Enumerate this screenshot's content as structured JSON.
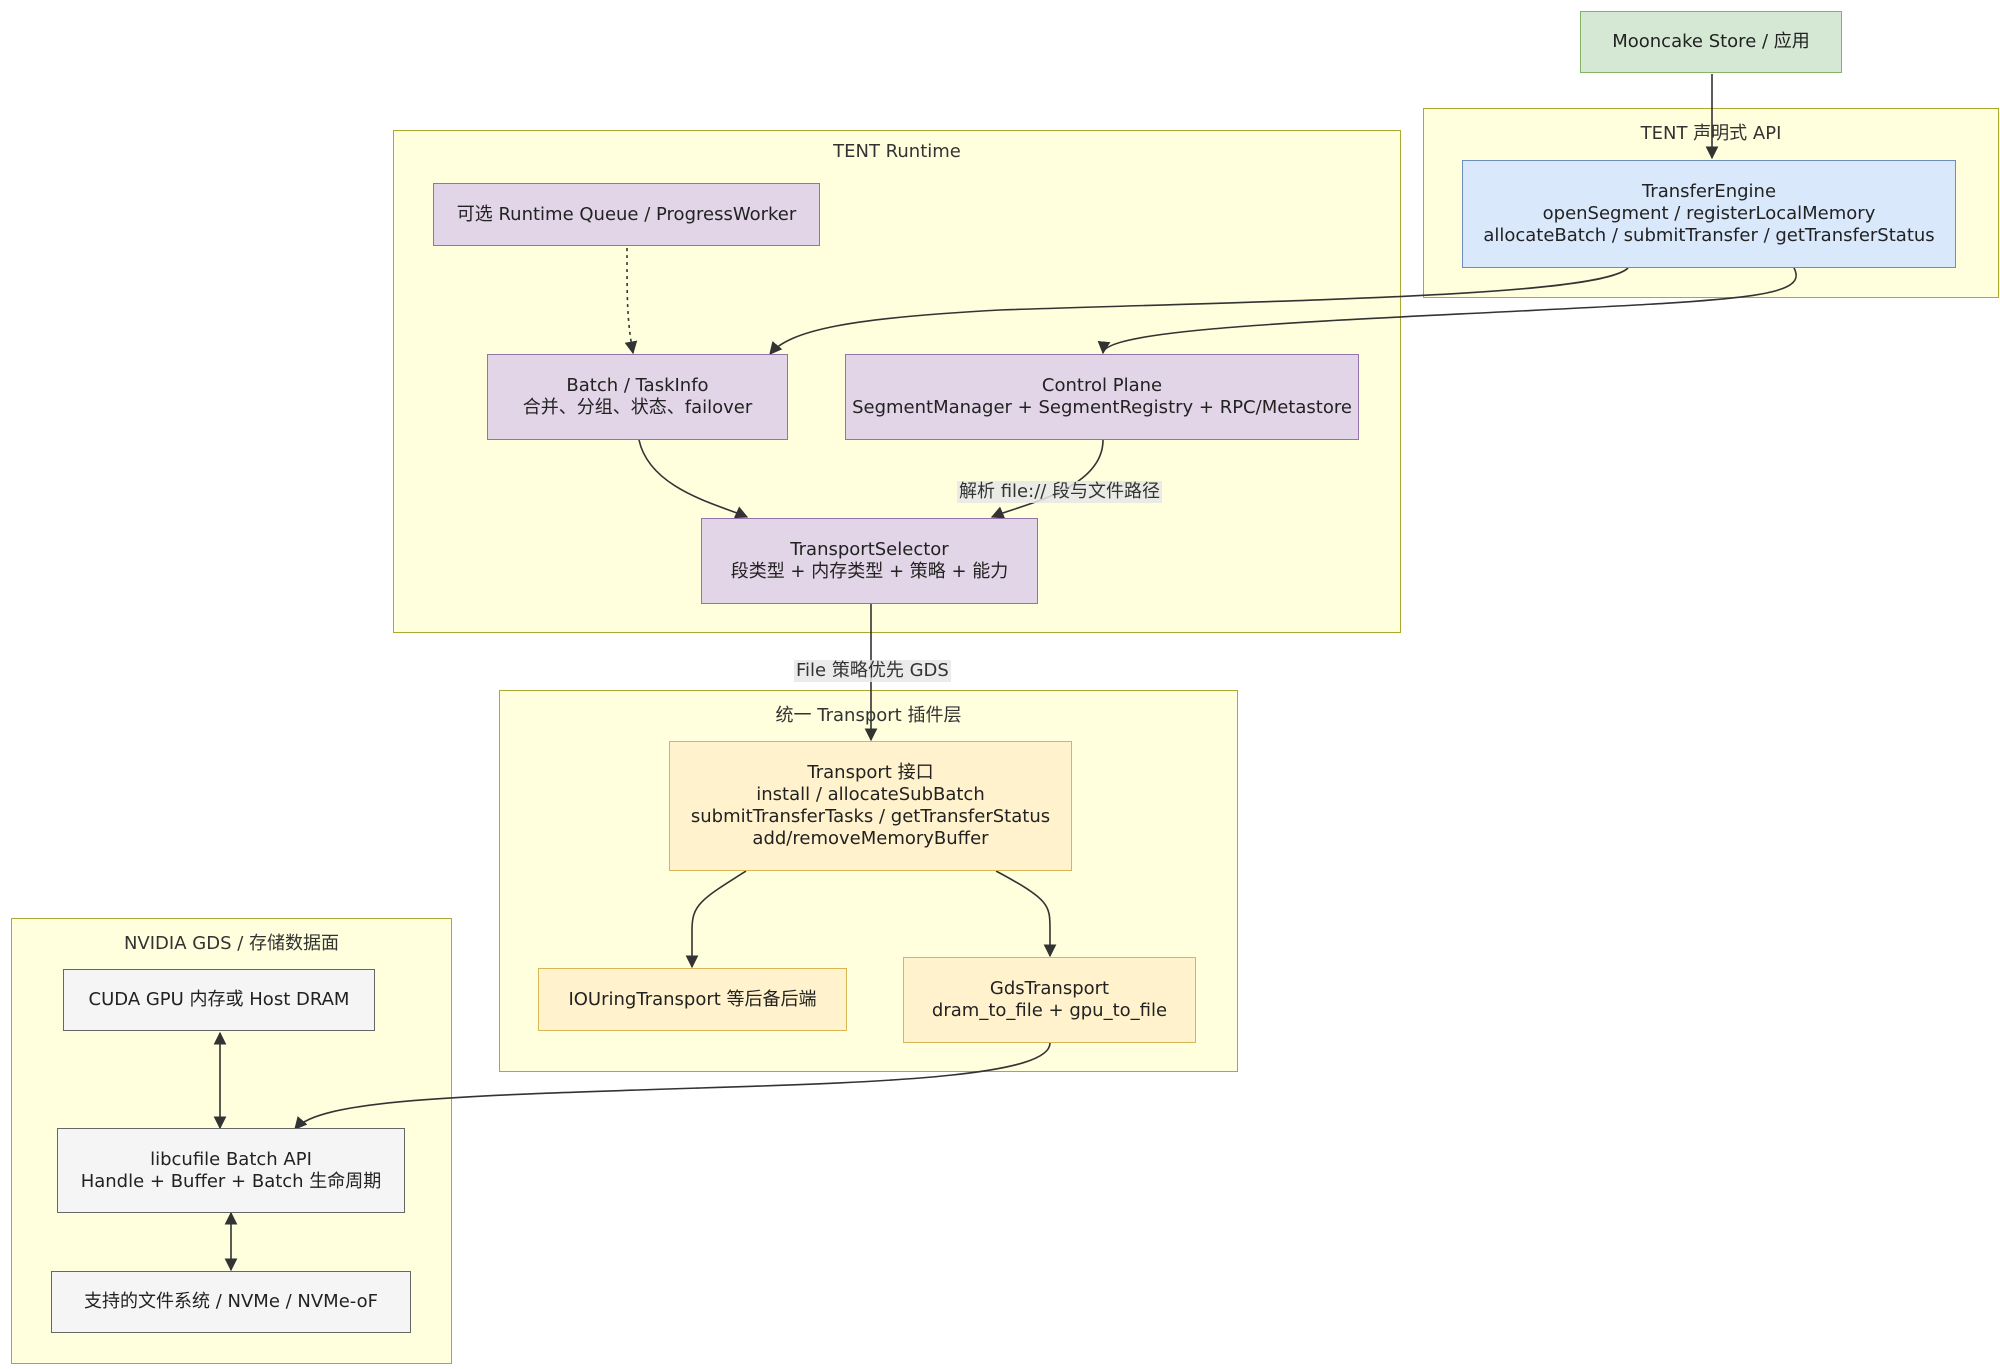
{
  "clusters": {
    "api": "TENT 声明式 API",
    "runtime": "TENT Runtime",
    "transport": "统一 Transport 插件层",
    "gds": "NVIDIA GDS / 存储数据面"
  },
  "nodes": {
    "app": [
      "Mooncake Store / 应用"
    ],
    "engine": [
      "TransferEngine",
      "openSegment / registerLocalMemory",
      "allocateBatch / submitTransfer / getTransferStatus"
    ],
    "queue": [
      "可选 Runtime Queue / ProgressWorker"
    ],
    "batch": [
      "Batch / TaskInfo",
      "合并、分组、状态、failover"
    ],
    "control": [
      "Control Plane",
      "SegmentManager + SegmentRegistry + RPC/Metastore"
    ],
    "selector": [
      "TransportSelector",
      "段类型 + 内存类型 + 策略 + 能力"
    ],
    "transport_if": [
      "Transport 接口",
      "install / allocateSubBatch",
      "submitTransferTasks / getTransferStatus",
      "add/removeMemoryBuffer"
    ],
    "iouring": [
      "IOUringTransport 等后备后端"
    ],
    "gds_transport": [
      "GdsTransport",
      "dram_to_file + gpu_to_file"
    ],
    "cuda": [
      "CUDA GPU 内存或 Host DRAM"
    ],
    "libcufile": [
      "libcufile Batch API",
      "Handle + Buffer + Batch 生命周期"
    ],
    "fs": [
      "支持的文件系统 / NVMe / NVMe-oF"
    ]
  },
  "edge_labels": {
    "control_to_selector": "解析 file:// 段与文件路径",
    "selector_to_transport": "File 策略优先 GDS"
  },
  "colors": {
    "cluster_fill": "#ffffde",
    "cluster_border": "#aaaa33",
    "app": "#d5e8d4",
    "engine": "#dae8fc",
    "runtime_nodes": "#e1d5e7",
    "transport_nodes": "#fff2cc",
    "gds_nodes": "#f5f5f5",
    "edge": "#333333"
  }
}
